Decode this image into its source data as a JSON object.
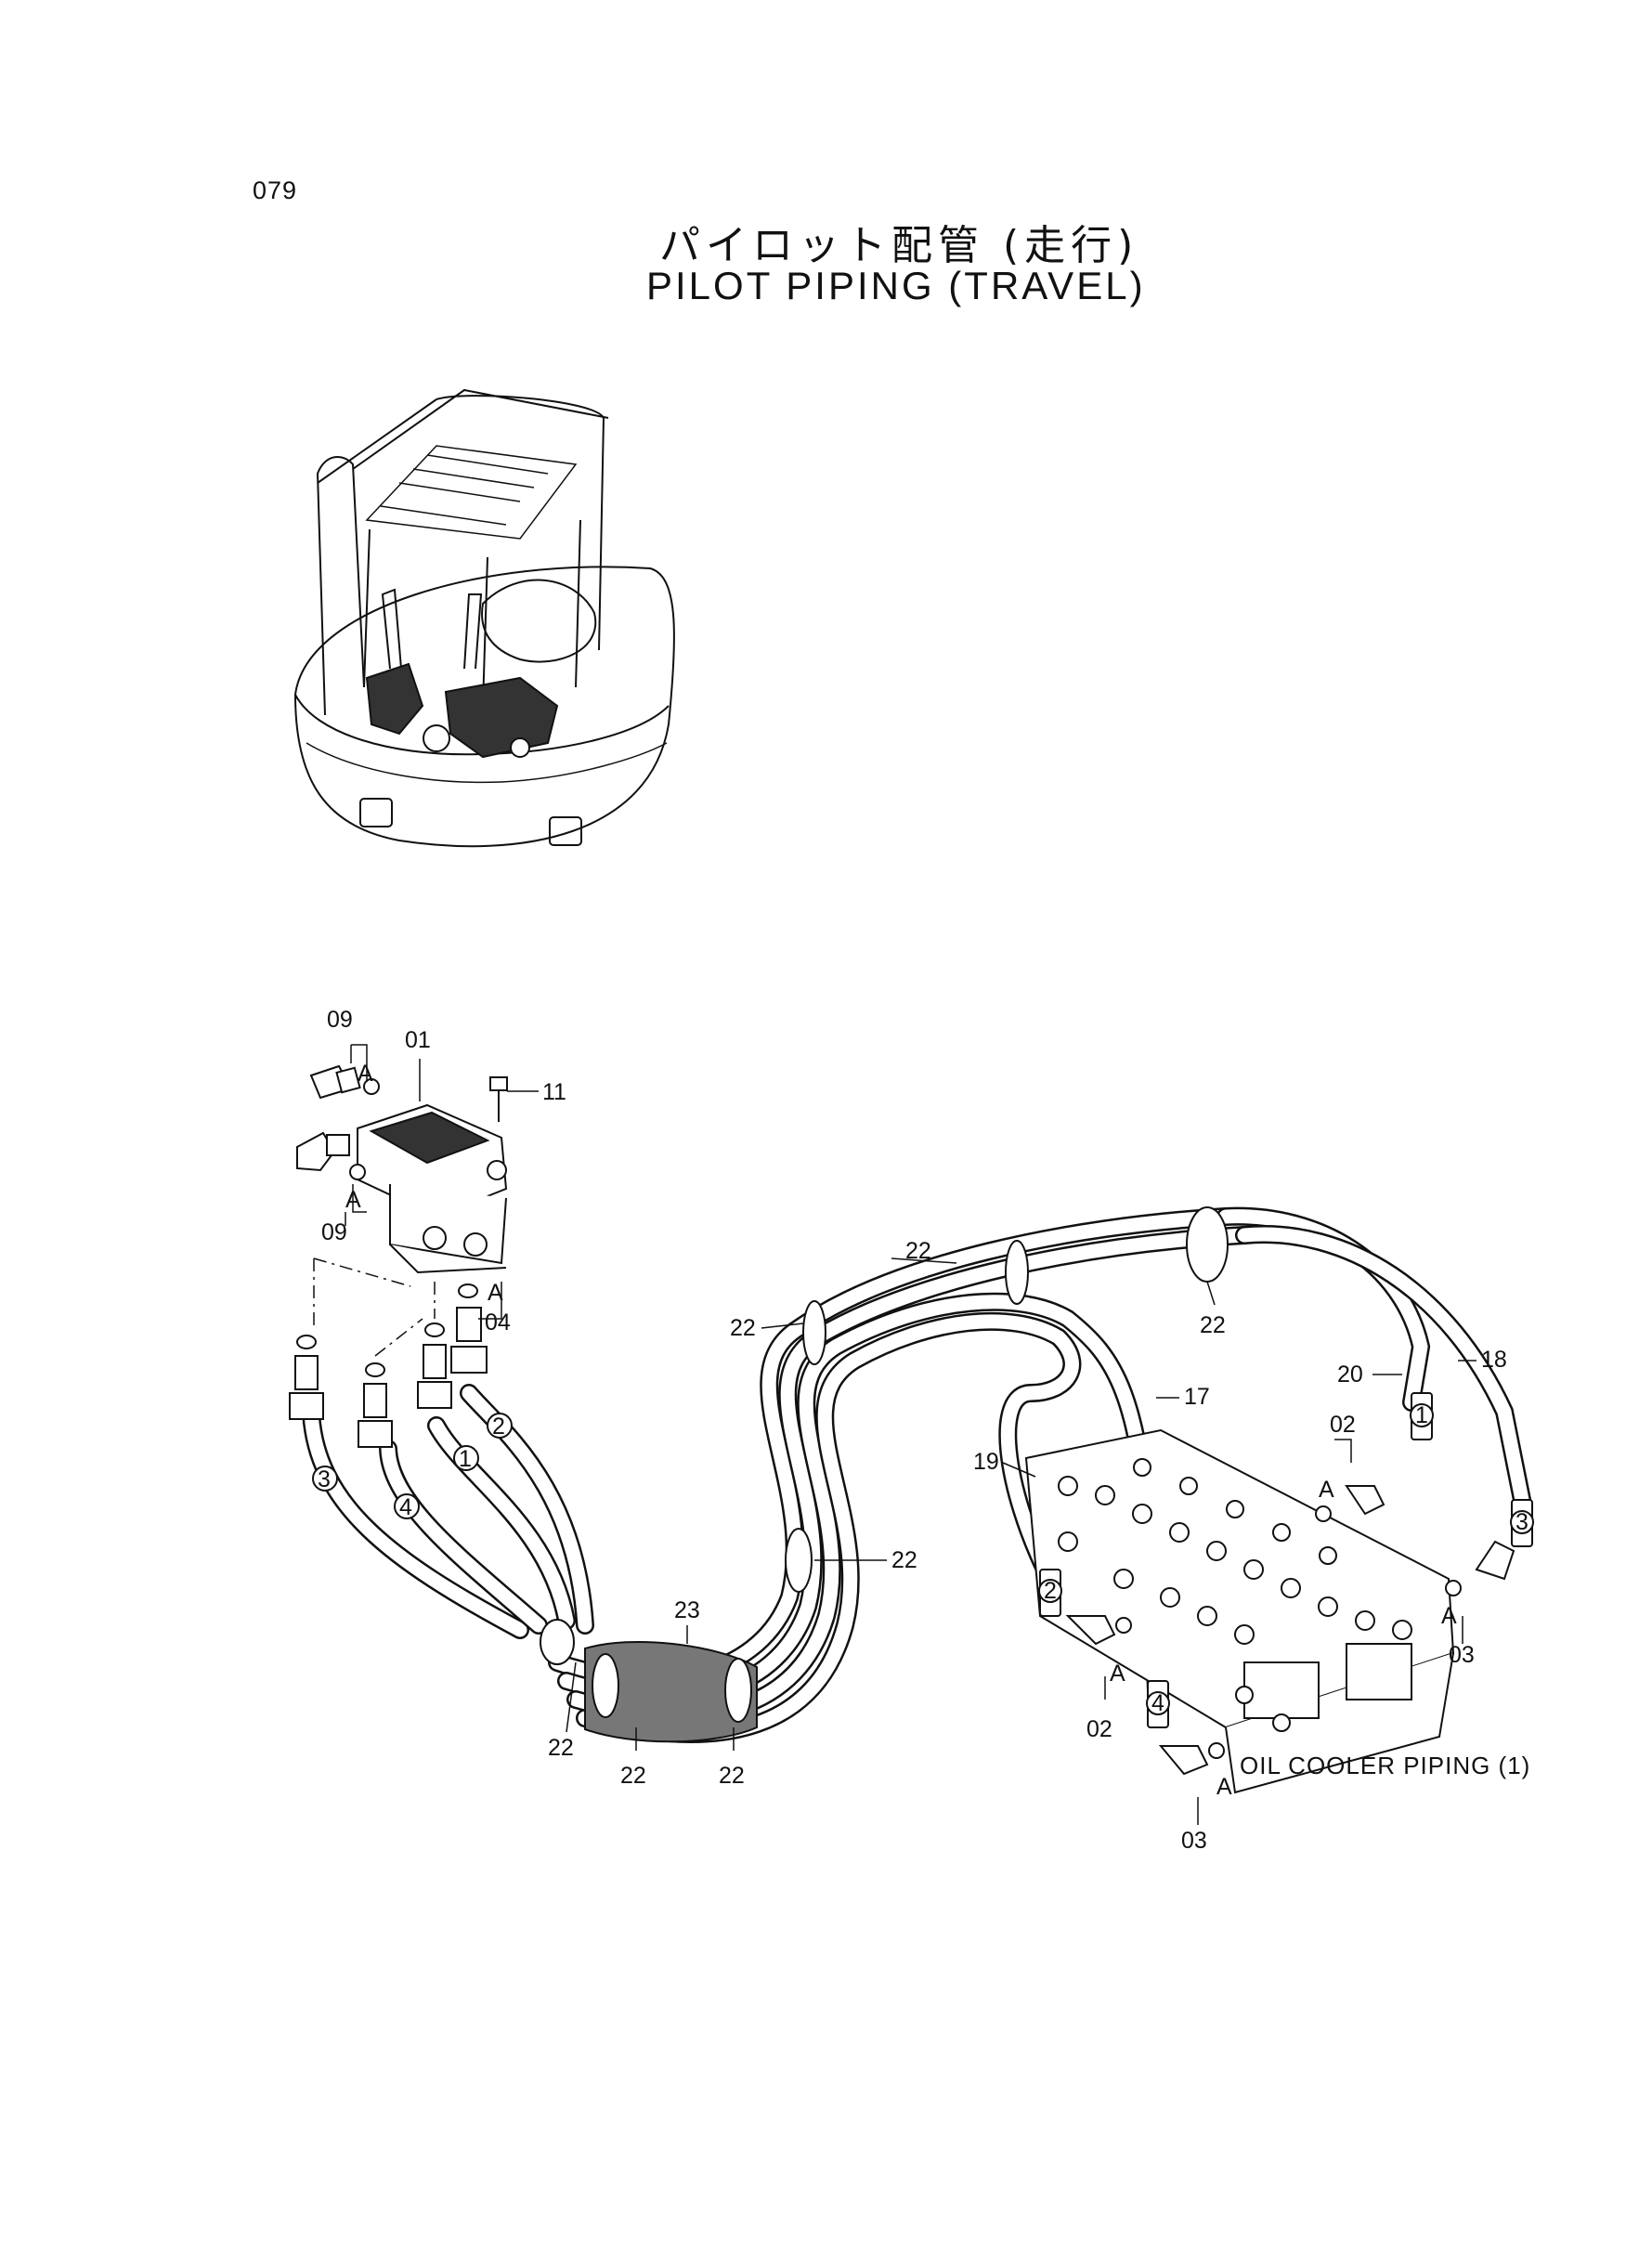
{
  "page": {
    "number": "079"
  },
  "title": {
    "japanese": "パイロット配管 (走行)",
    "english": "PILOT PIPING (TRAVEL)"
  },
  "callouts": {
    "c01": "01",
    "c11": "11",
    "c09a": "09",
    "c09b": "09",
    "c04": "04",
    "c22a": "22",
    "c22b": "22",
    "c22c": "22",
    "c22d": "22",
    "c22e": "22",
    "c22f": "22",
    "c22g": "22",
    "c23": "23",
    "c17": "17",
    "c18": "18",
    "c19": "19",
    "c20": "20",
    "c02a": "02",
    "c02b": "02",
    "c03a": "03",
    "c03b": "03",
    "ref_a1": "A",
    "ref_a2": "A",
    "ref_a3": "A",
    "ref_a4": "A",
    "ref_a5": "A",
    "ref_a6": "A",
    "ref_a7": "A"
  },
  "hose_marks": {
    "h1a": "1",
    "h2a": "2",
    "h3a": "3",
    "h4a": "4",
    "h1b": "1",
    "h2b": "2",
    "h3b": "3",
    "h4b": "4"
  },
  "notes": {
    "oil_cooler": "OIL COOLER PIPING (1)"
  }
}
